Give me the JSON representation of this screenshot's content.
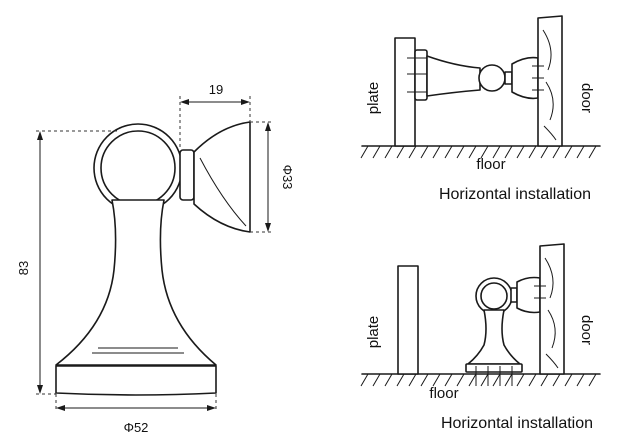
{
  "dimensions": {
    "height_83": "83",
    "width_19": "19",
    "diameter_33": "Φ33",
    "diameter_52": "Φ52"
  },
  "top_scene": {
    "plate_label": "plate",
    "door_label": "door",
    "floor_label": "floor",
    "caption": "Horizontal installation"
  },
  "bottom_scene": {
    "plate_label": "plate",
    "door_label": "door",
    "floor_label": "floor",
    "caption": "Horizontal installation"
  },
  "colors": {
    "line": "#1a1a1a",
    "background": "#ffffff"
  }
}
